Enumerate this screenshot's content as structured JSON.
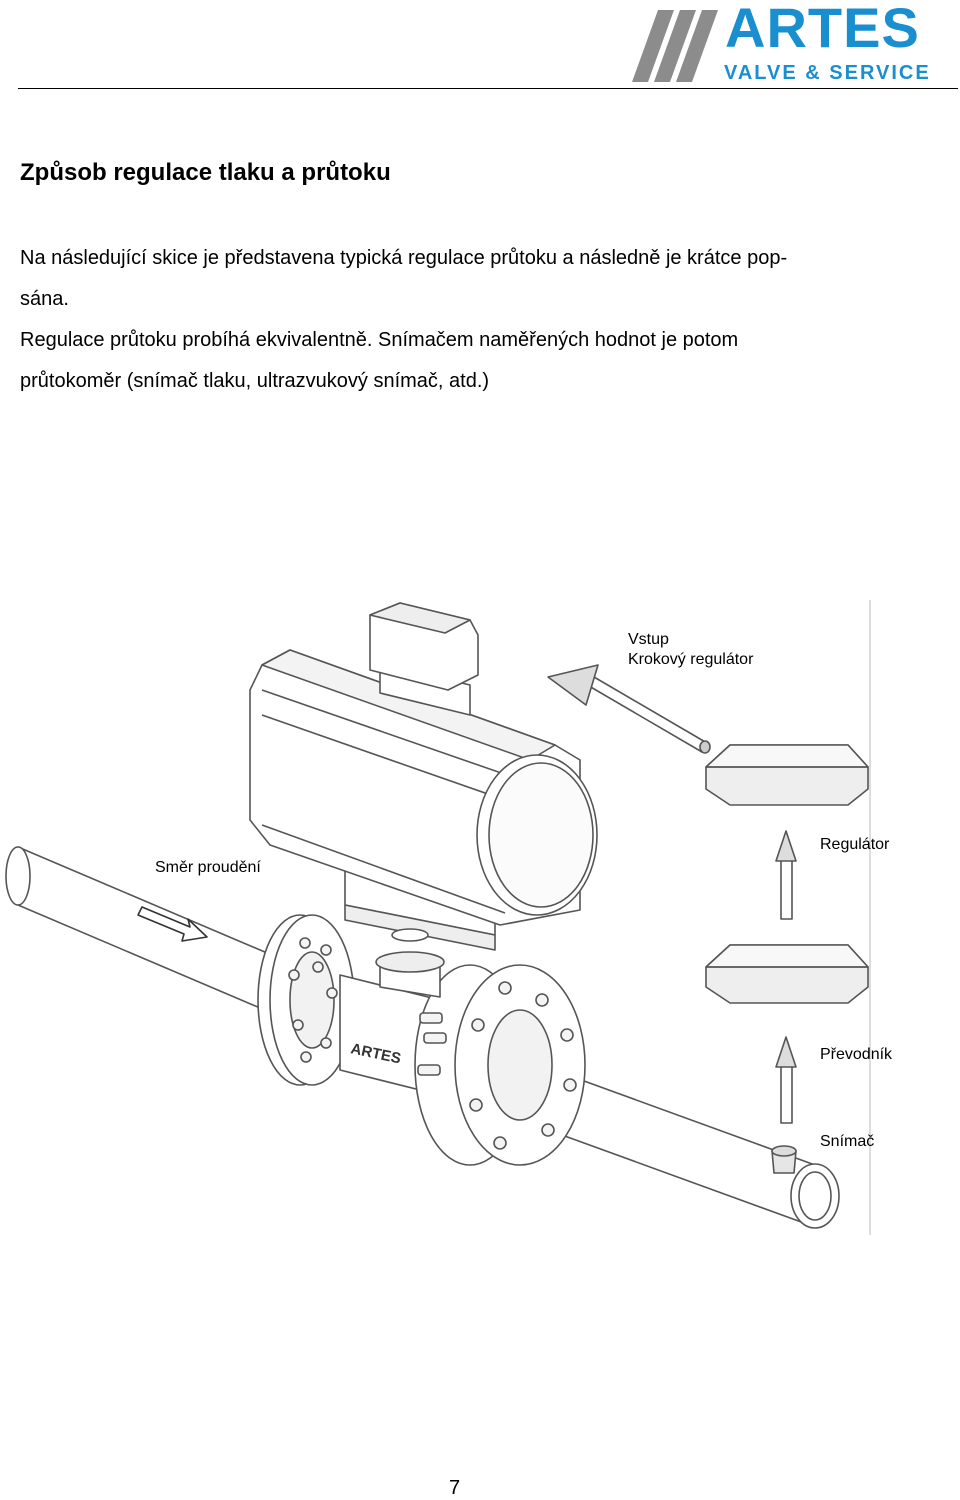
{
  "header": {
    "logo_brand": "ARTES",
    "logo_sub": "VALVE & SERVICE",
    "brand_color": "#1a8fd0",
    "stripe_color": "#8c8c8c"
  },
  "title": "Způsob regulace tlaku a průtoku",
  "paragraphs": [
    "Na následující skice je představena typická regulace průtoku a následně je krátce pop-\nsána.",
    "Regulace průtoku probíhá ekvivalentně. Snímačem naměřených hodnot je potom\nprůtokoměr (snímač tlaku, ultrazvukový snímač, atd.)"
  ],
  "figure": {
    "label_vstup": "Vstup",
    "label_krokovy": "Krokový regulátor",
    "label_smer": "Směr proudění",
    "label_regulator": "Regulátor",
    "label_prevodnik": "Převodník",
    "label_snimac": "Snímač",
    "valve_mark": "ARTES",
    "line_color": "#555555",
    "fill_color": "#f4f4f4"
  },
  "page_number": "7"
}
